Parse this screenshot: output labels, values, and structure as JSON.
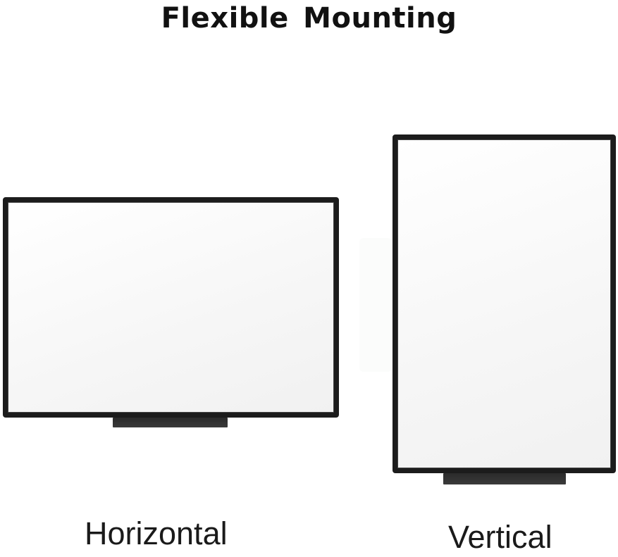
{
  "title": "Flexible Mounting",
  "panels": [
    {
      "label": "Horizontal"
    },
    {
      "label": "Vertical"
    }
  ],
  "colors": {
    "frame": "#1c1c1c",
    "board": "#ffffff",
    "text": "#111111"
  }
}
